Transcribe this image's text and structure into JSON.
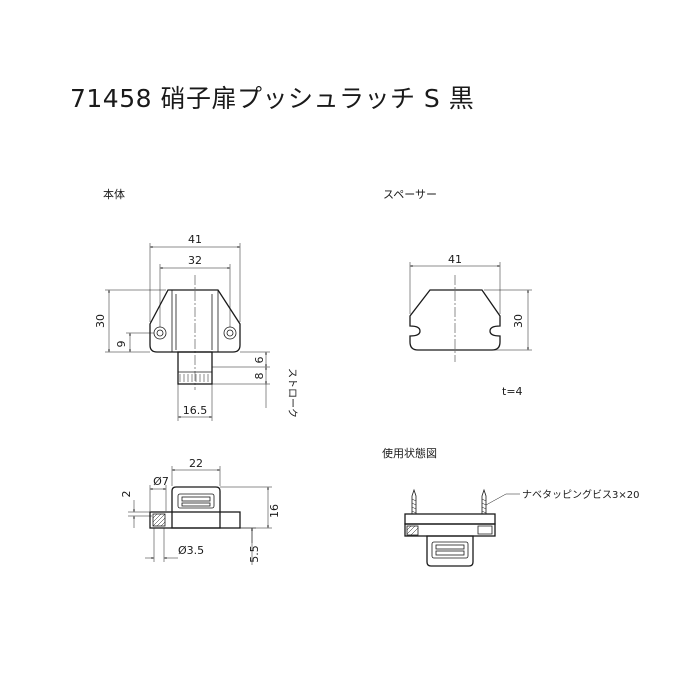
{
  "title": "71458 硝子扉プッシュラッチ S 黒",
  "views": {
    "main_body": {
      "label": "本体"
    },
    "spacer": {
      "label": "スペーサー"
    },
    "usage": {
      "label": "使用状態図"
    }
  },
  "dimensions": {
    "body_width": "41",
    "body_hole_pitch": "32",
    "body_height": "30",
    "body_hole_offset": "9",
    "body_plunger_6": "6",
    "body_plunger_8": "8",
    "body_stroke": "ストローク",
    "body_plunger_width": "16.5",
    "spacer_width": "41",
    "spacer_height": "30",
    "spacer_thickness": "t=4",
    "side_width": "22",
    "side_dia_7": "Ø7",
    "side_2": "2",
    "side_16": "16",
    "side_dia_3_5": "Ø3.5",
    "side_5_5": "5.5"
  },
  "callouts": {
    "screw": "ナベタッピングビス3×20"
  }
}
